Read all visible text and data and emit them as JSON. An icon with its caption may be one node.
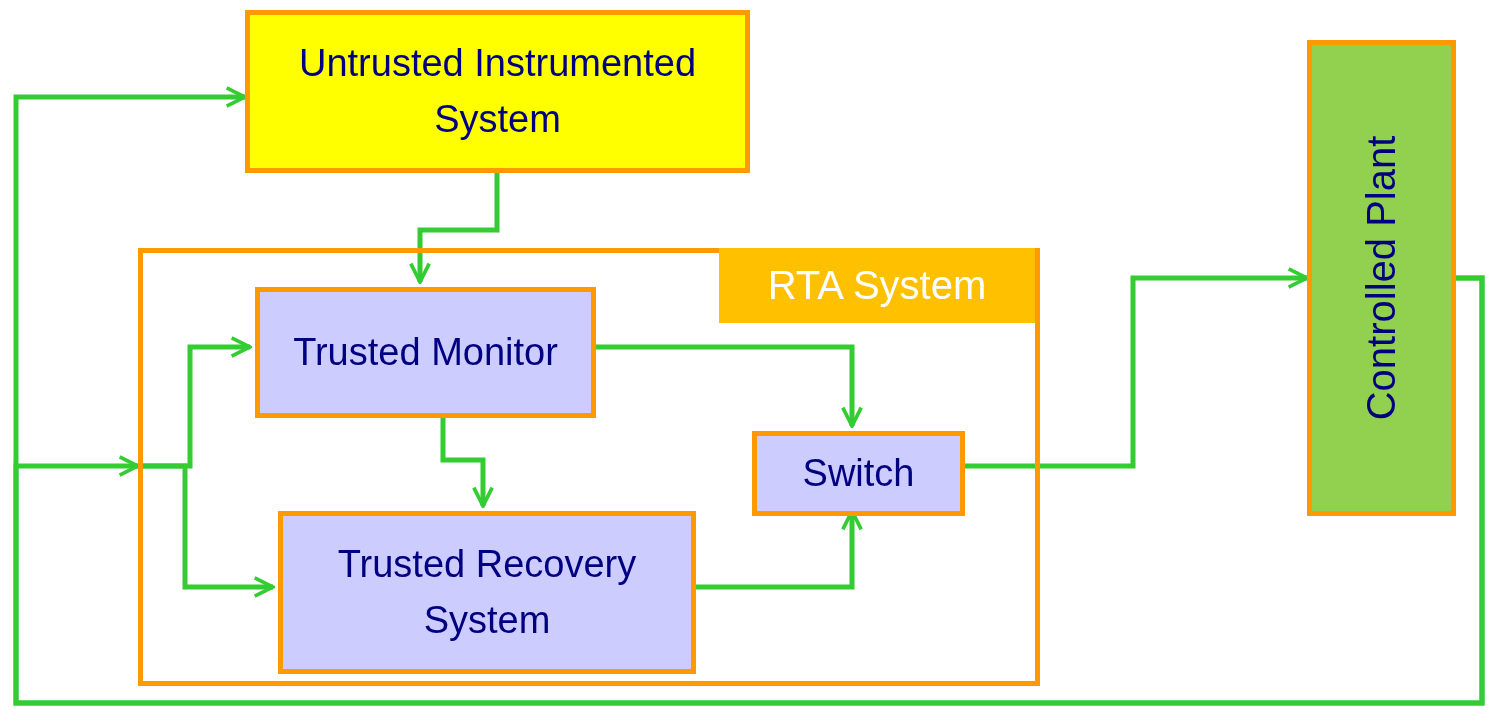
{
  "diagram": {
    "nodes": [
      {
        "text": [
          "Untrusted Instrumented System"
        ]
      },
      {
        "text": [
          "RTA System"
        ]
      },
      {
        "text": [
          "Trusted Monitor"
        ],
        "in": 1
      },
      {
        "text": [
          "Trusted Recovery System"
        ],
        "in": 1
      },
      {
        "text": [
          "Switch"
        ],
        "in": 1
      },
      {
        "text": [
          "Controlled Plant"
        ]
      }
    ],
    "edges": [
      {
        "from": 0,
        "to": 2,
        "arrow": "to"
      },
      {
        "from": 1,
        "to": 2,
        "arrow": "to"
      },
      {
        "from": 1,
        "to": 3,
        "arrow": "to"
      },
      {
        "from": 2,
        "to": 3,
        "arrow": "to"
      },
      {
        "from": 2,
        "to": 4,
        "arrow": "to"
      },
      {
        "from": 3,
        "to": 4,
        "arrow": "to"
      },
      {
        "from": 4,
        "to": 5,
        "arrow": "to"
      },
      {
        "from": 5,
        "to": 0,
        "arrow": "to"
      },
      {
        "from": 5,
        "to": 1,
        "arrow": "to"
      }
    ]
  }
}
